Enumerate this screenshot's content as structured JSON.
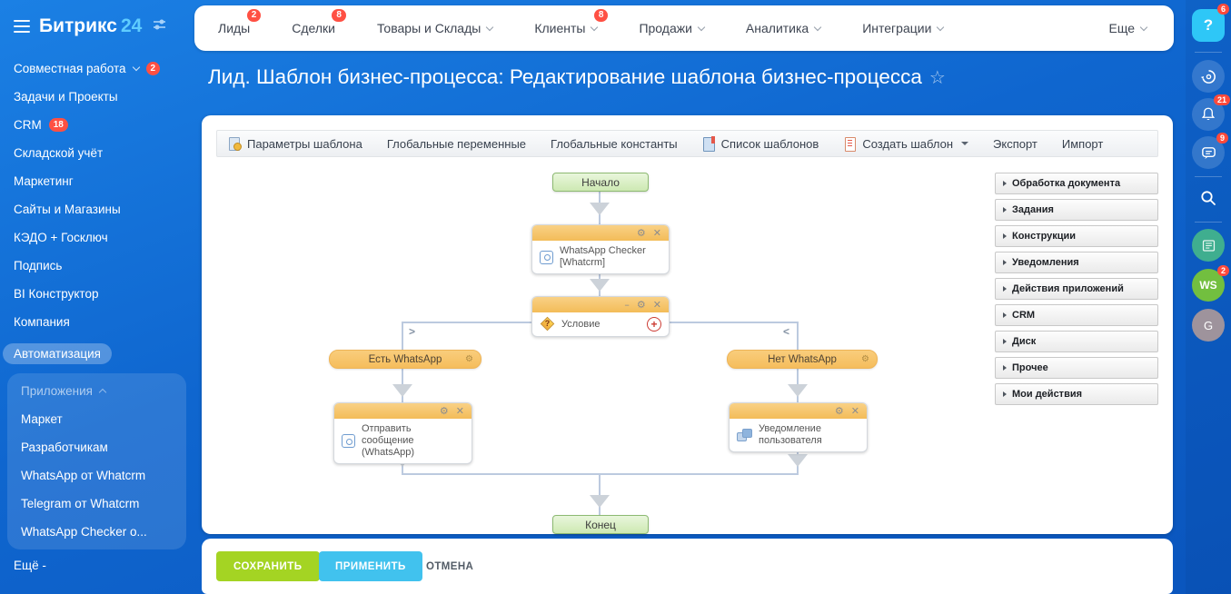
{
  "sidebar": {
    "brand": "Битрикс",
    "brand_number": "24",
    "items": [
      {
        "label": "Совместная работа",
        "badge": "2"
      },
      {
        "label": "Задачи и Проекты"
      },
      {
        "label": "CRM",
        "badge": "18"
      },
      {
        "label": "Складской учёт"
      },
      {
        "label": "Маркетинг"
      },
      {
        "label": "Сайты и Магазины"
      },
      {
        "label": "КЭДО + Госключ"
      },
      {
        "label": "Подпись"
      },
      {
        "label": "BI Конструктор"
      },
      {
        "label": "Компания"
      },
      {
        "label": "Автоматизация"
      }
    ],
    "apps": {
      "header": "Приложения",
      "items": [
        {
          "label": "Маркет"
        },
        {
          "label": "Разработчикам"
        },
        {
          "label": "WhatsApp от Whatcrm"
        },
        {
          "label": "Telegram от Whatcrm"
        },
        {
          "label": "WhatsApp Checker о..."
        }
      ]
    },
    "more": "Ещё -"
  },
  "topnav": {
    "items": [
      {
        "label": "Лиды",
        "badge": "2"
      },
      {
        "label": "Сделки",
        "badge": "8"
      },
      {
        "label": "Товары и Склады"
      },
      {
        "label": "Клиенты",
        "badge": "8"
      },
      {
        "label": "Продажи"
      },
      {
        "label": "Аналитика"
      },
      {
        "label": "Интеграции"
      }
    ],
    "more": "Еще"
  },
  "page": {
    "title": "Лид. Шаблон бизнес-процесса: Редактирование шаблона бизнес-процесса",
    "favorite_icon": "☆"
  },
  "toolbar": {
    "params": "Параметры шаблона",
    "globals": "Глобальные переменные",
    "constants": "Глобальные константы",
    "list": "Список шаблонов",
    "create": "Создать шаблон",
    "export": "Экспорт",
    "import": "Импорт"
  },
  "diagram": {
    "start": "Начало",
    "end": "Конец",
    "checker": {
      "line1": "WhatsApp Checker",
      "line2": "[Whatcrm]"
    },
    "condition": {
      "label": "Условие",
      "minimize_icon": "–",
      "gear_icon": "⚙",
      "close_icon": "✕",
      "add_icon": "+"
    },
    "branch_left": {
      "label": "Есть WhatsApp",
      "marker": ">"
    },
    "branch_right": {
      "label": "Нет WhatsApp",
      "marker": "<"
    },
    "action_left": {
      "line1": "Отправить сообщение",
      "line2": "(WhatsApp)"
    },
    "action_right": {
      "label": "Уведомление пользователя"
    }
  },
  "palette": {
    "items": [
      {
        "label": "Обработка документа"
      },
      {
        "label": "Задания"
      },
      {
        "label": "Конструкции"
      },
      {
        "label": "Уведомления"
      },
      {
        "label": "Действия приложений"
      },
      {
        "label": "CRM"
      },
      {
        "label": "Диск"
      },
      {
        "label": "Прочее"
      },
      {
        "label": "Мои действия"
      }
    ]
  },
  "footer": {
    "save": "СОХРАНИТЬ",
    "apply": "ПРИМЕНИТЬ",
    "cancel": "ОТМЕНА"
  },
  "rail": {
    "help_label": "?",
    "help_badge": "6",
    "bell_badge": "21",
    "chat_badge": "9",
    "ws_label": "WS",
    "ws_badge": "2",
    "g_label": "G"
  },
  "colors": {
    "background_blue": "#0f66cf",
    "badge_red": "#ff5043",
    "node_header_orange": "#f5c36a",
    "start_end_green": "#d9efc3",
    "save_green": "#a4d423",
    "apply_cyan": "#41c2ee",
    "connector": "#bccadf"
  }
}
